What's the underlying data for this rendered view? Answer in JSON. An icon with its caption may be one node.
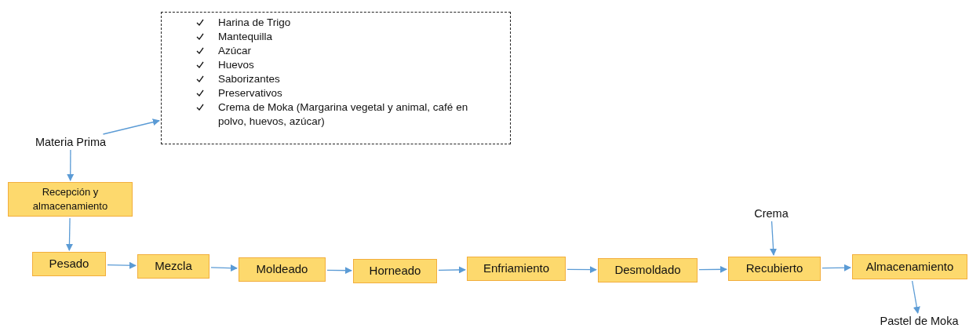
{
  "diagram": {
    "nodes": [
      {
        "text": [
          "Materia Prima"
        ]
      },
      {
        "text": [
          "Harina de Trigo",
          "Mantequilla",
          "Azúcar",
          "Huevos",
          "Saborizantes",
          "Preservativos",
          "Crema de Moka (Margarina vegetal y animal, café en polvo, huevos, azúcar)"
        ]
      },
      {
        "text": [
          "Recepción y almacenamiento"
        ]
      },
      {
        "text": [
          "Pesado"
        ]
      },
      {
        "text": [
          "Mezcla"
        ]
      },
      {
        "text": [
          "Moldeado"
        ]
      },
      {
        "text": [
          "Horneado"
        ]
      },
      {
        "text": [
          "Enfriamiento"
        ]
      },
      {
        "text": [
          "Desmoldado"
        ]
      },
      {
        "text": [
          "Recubierto"
        ]
      },
      {
        "text": [
          "Almacenamiento"
        ]
      },
      {
        "text": [
          "Crema"
        ]
      },
      {
        "text": [
          "Pastel de Moka"
        ]
      }
    ],
    "edges": [
      {
        "from": 0,
        "to": 1,
        "arrow": "to"
      },
      {
        "from": 0,
        "to": 2,
        "arrow": "to"
      },
      {
        "from": 2,
        "to": 3,
        "arrow": "to"
      },
      {
        "from": 3,
        "to": 4,
        "arrow": "to"
      },
      {
        "from": 4,
        "to": 5,
        "arrow": "to"
      },
      {
        "from": 5,
        "to": 6,
        "arrow": "to"
      },
      {
        "from": 6,
        "to": 7,
        "arrow": "to"
      },
      {
        "from": 7,
        "to": 8,
        "arrow": "to"
      },
      {
        "from": 8,
        "to": 9,
        "arrow": "to"
      },
      {
        "from": 9,
        "to": 10,
        "arrow": "to"
      },
      {
        "from": 11,
        "to": 9,
        "arrow": "to"
      },
      {
        "from": 10,
        "to": 12,
        "arrow": "to"
      }
    ]
  }
}
